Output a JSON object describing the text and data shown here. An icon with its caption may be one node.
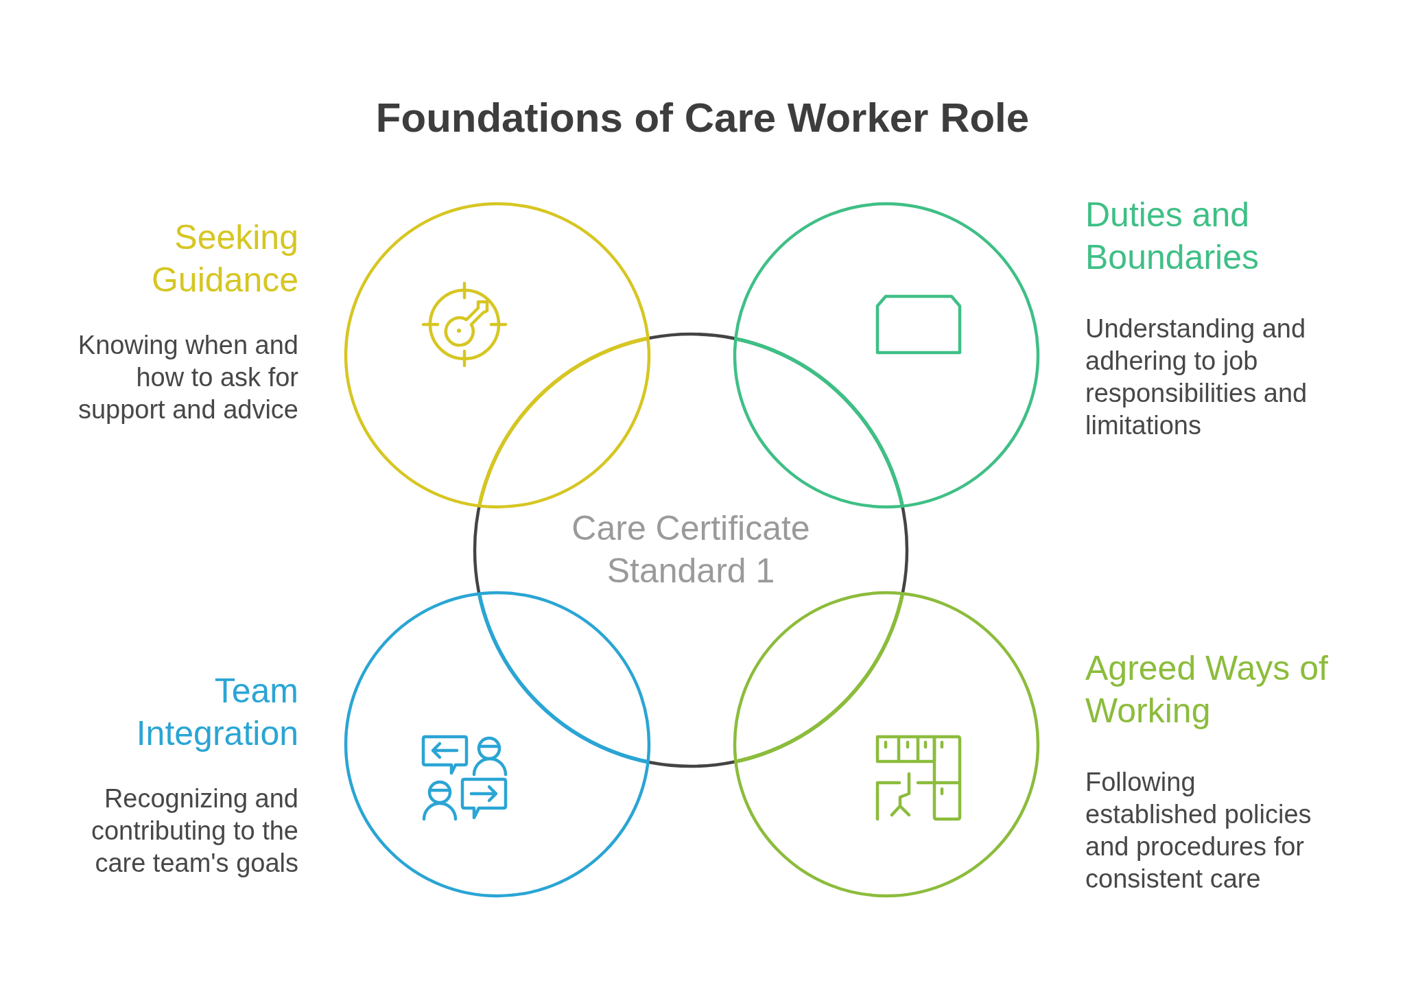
{
  "diagram": {
    "title": "Foundations of Care Worker Role",
    "nodes": [
      {
        "text": [
          "Seeking Guidance",
          "Knowing when and how to ask for support and advice"
        ]
      },
      {
        "text": [
          "Duties and Boundaries",
          "Understanding and adhering to job responsibilities and limitations"
        ]
      },
      {
        "text": [
          "Care Certificate Standard 1"
        ]
      },
      {
        "text": [
          "Team Integration",
          "Recognizing and contributing to the care team's goals"
        ]
      },
      {
        "text": [
          "Agreed Ways of Working",
          "Following established policies and procedures for consistent care"
        ]
      }
    ]
  }
}
